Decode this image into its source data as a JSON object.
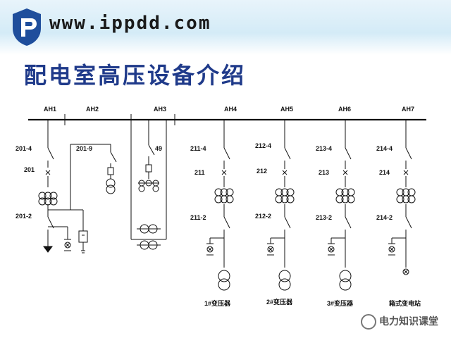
{
  "header": {
    "site_url": "www.ippdd.com",
    "page_title": "配电室高压设备介绍"
  },
  "diagram": {
    "cabinets": [
      "AH1",
      "AH2",
      "AH3",
      "AH4",
      "AH5",
      "AH6",
      "AH7"
    ],
    "labels": {
      "s201_4": "201-4",
      "s201": "201",
      "s201_2": "201-2",
      "s201_9": "201-9",
      "s49": "49",
      "s211_4": "211-4",
      "s211": "211",
      "s211_2": "211-2",
      "s212_4": "212-4",
      "s212": "212",
      "s212_2": "212-2",
      "s213_4": "213-4",
      "s213": "213",
      "s213_2": "213-2",
      "s214_4": "214-4",
      "s214": "214",
      "s214_2": "214-2"
    },
    "loads": [
      "1#变压器",
      "2#变压器",
      "3#变压器",
      "箱式变电站"
    ]
  },
  "watermark": {
    "text": "电力知识课堂"
  }
}
